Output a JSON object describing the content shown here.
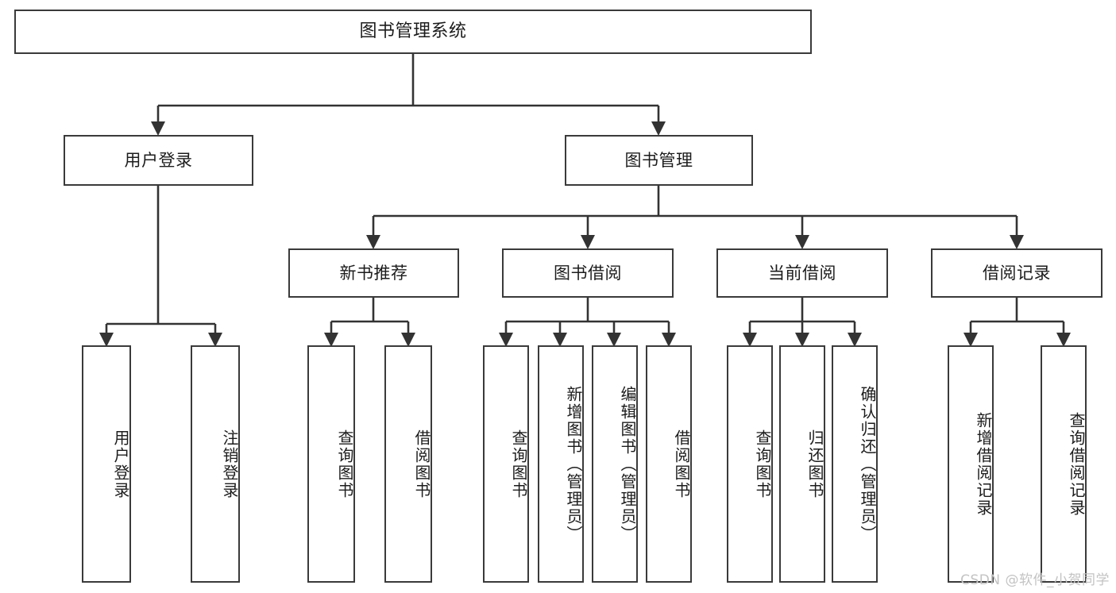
{
  "diagram": {
    "title": "图书管理系统",
    "type": "tree-hierarchy-chart",
    "watermark": "CSDN @软件_小贺同学",
    "colors": {
      "node_border": "#3a3a3a",
      "node_fill": "#ffffff",
      "edge": "#333333",
      "text": "#1c1c1c",
      "watermark": "#c3c3c3",
      "background": "#ffffff"
    },
    "nodes": {
      "root": {
        "label": "图书管理系统"
      },
      "level1": [
        {
          "id": "user-login",
          "label": "用户登录"
        },
        {
          "id": "book-manage",
          "label": "图书管理"
        }
      ],
      "level2": [
        {
          "id": "new-book-recommend",
          "label": "新书推荐"
        },
        {
          "id": "book-borrow",
          "label": "图书借阅"
        },
        {
          "id": "current-borrow",
          "label": "当前借阅"
        },
        {
          "id": "borrow-record",
          "label": "借阅记录"
        }
      ],
      "leaves": {
        "user-login": [
          {
            "id": "leaf-user-login",
            "label": "用户登录"
          },
          {
            "id": "leaf-logout-login",
            "label": "注销登录"
          }
        ],
        "new-book-recommend": [
          {
            "id": "leaf-query-book-1",
            "label": "查询图书"
          },
          {
            "id": "leaf-borrow-book-1",
            "label": "借阅图书"
          }
        ],
        "book-borrow": [
          {
            "id": "leaf-query-book-2",
            "label": "查询图书"
          },
          {
            "id": "leaf-add-book-admin",
            "label": "新增图书（管理员）"
          },
          {
            "id": "leaf-edit-book-admin",
            "label": "编辑图书（管理员）"
          },
          {
            "id": "leaf-borrow-book-2",
            "label": "借阅图书"
          }
        ],
        "current-borrow": [
          {
            "id": "leaf-query-book-3",
            "label": "查询图书"
          },
          {
            "id": "leaf-return-book",
            "label": "归还图书"
          },
          {
            "id": "leaf-confirm-return-admin",
            "label": "确认归还（管理员）"
          }
        ],
        "borrow-record": [
          {
            "id": "leaf-add-borrow-record",
            "label": "新增借阅记录"
          },
          {
            "id": "leaf-query-borrow-record",
            "label": "查询借阅记录"
          }
        ]
      }
    }
  }
}
